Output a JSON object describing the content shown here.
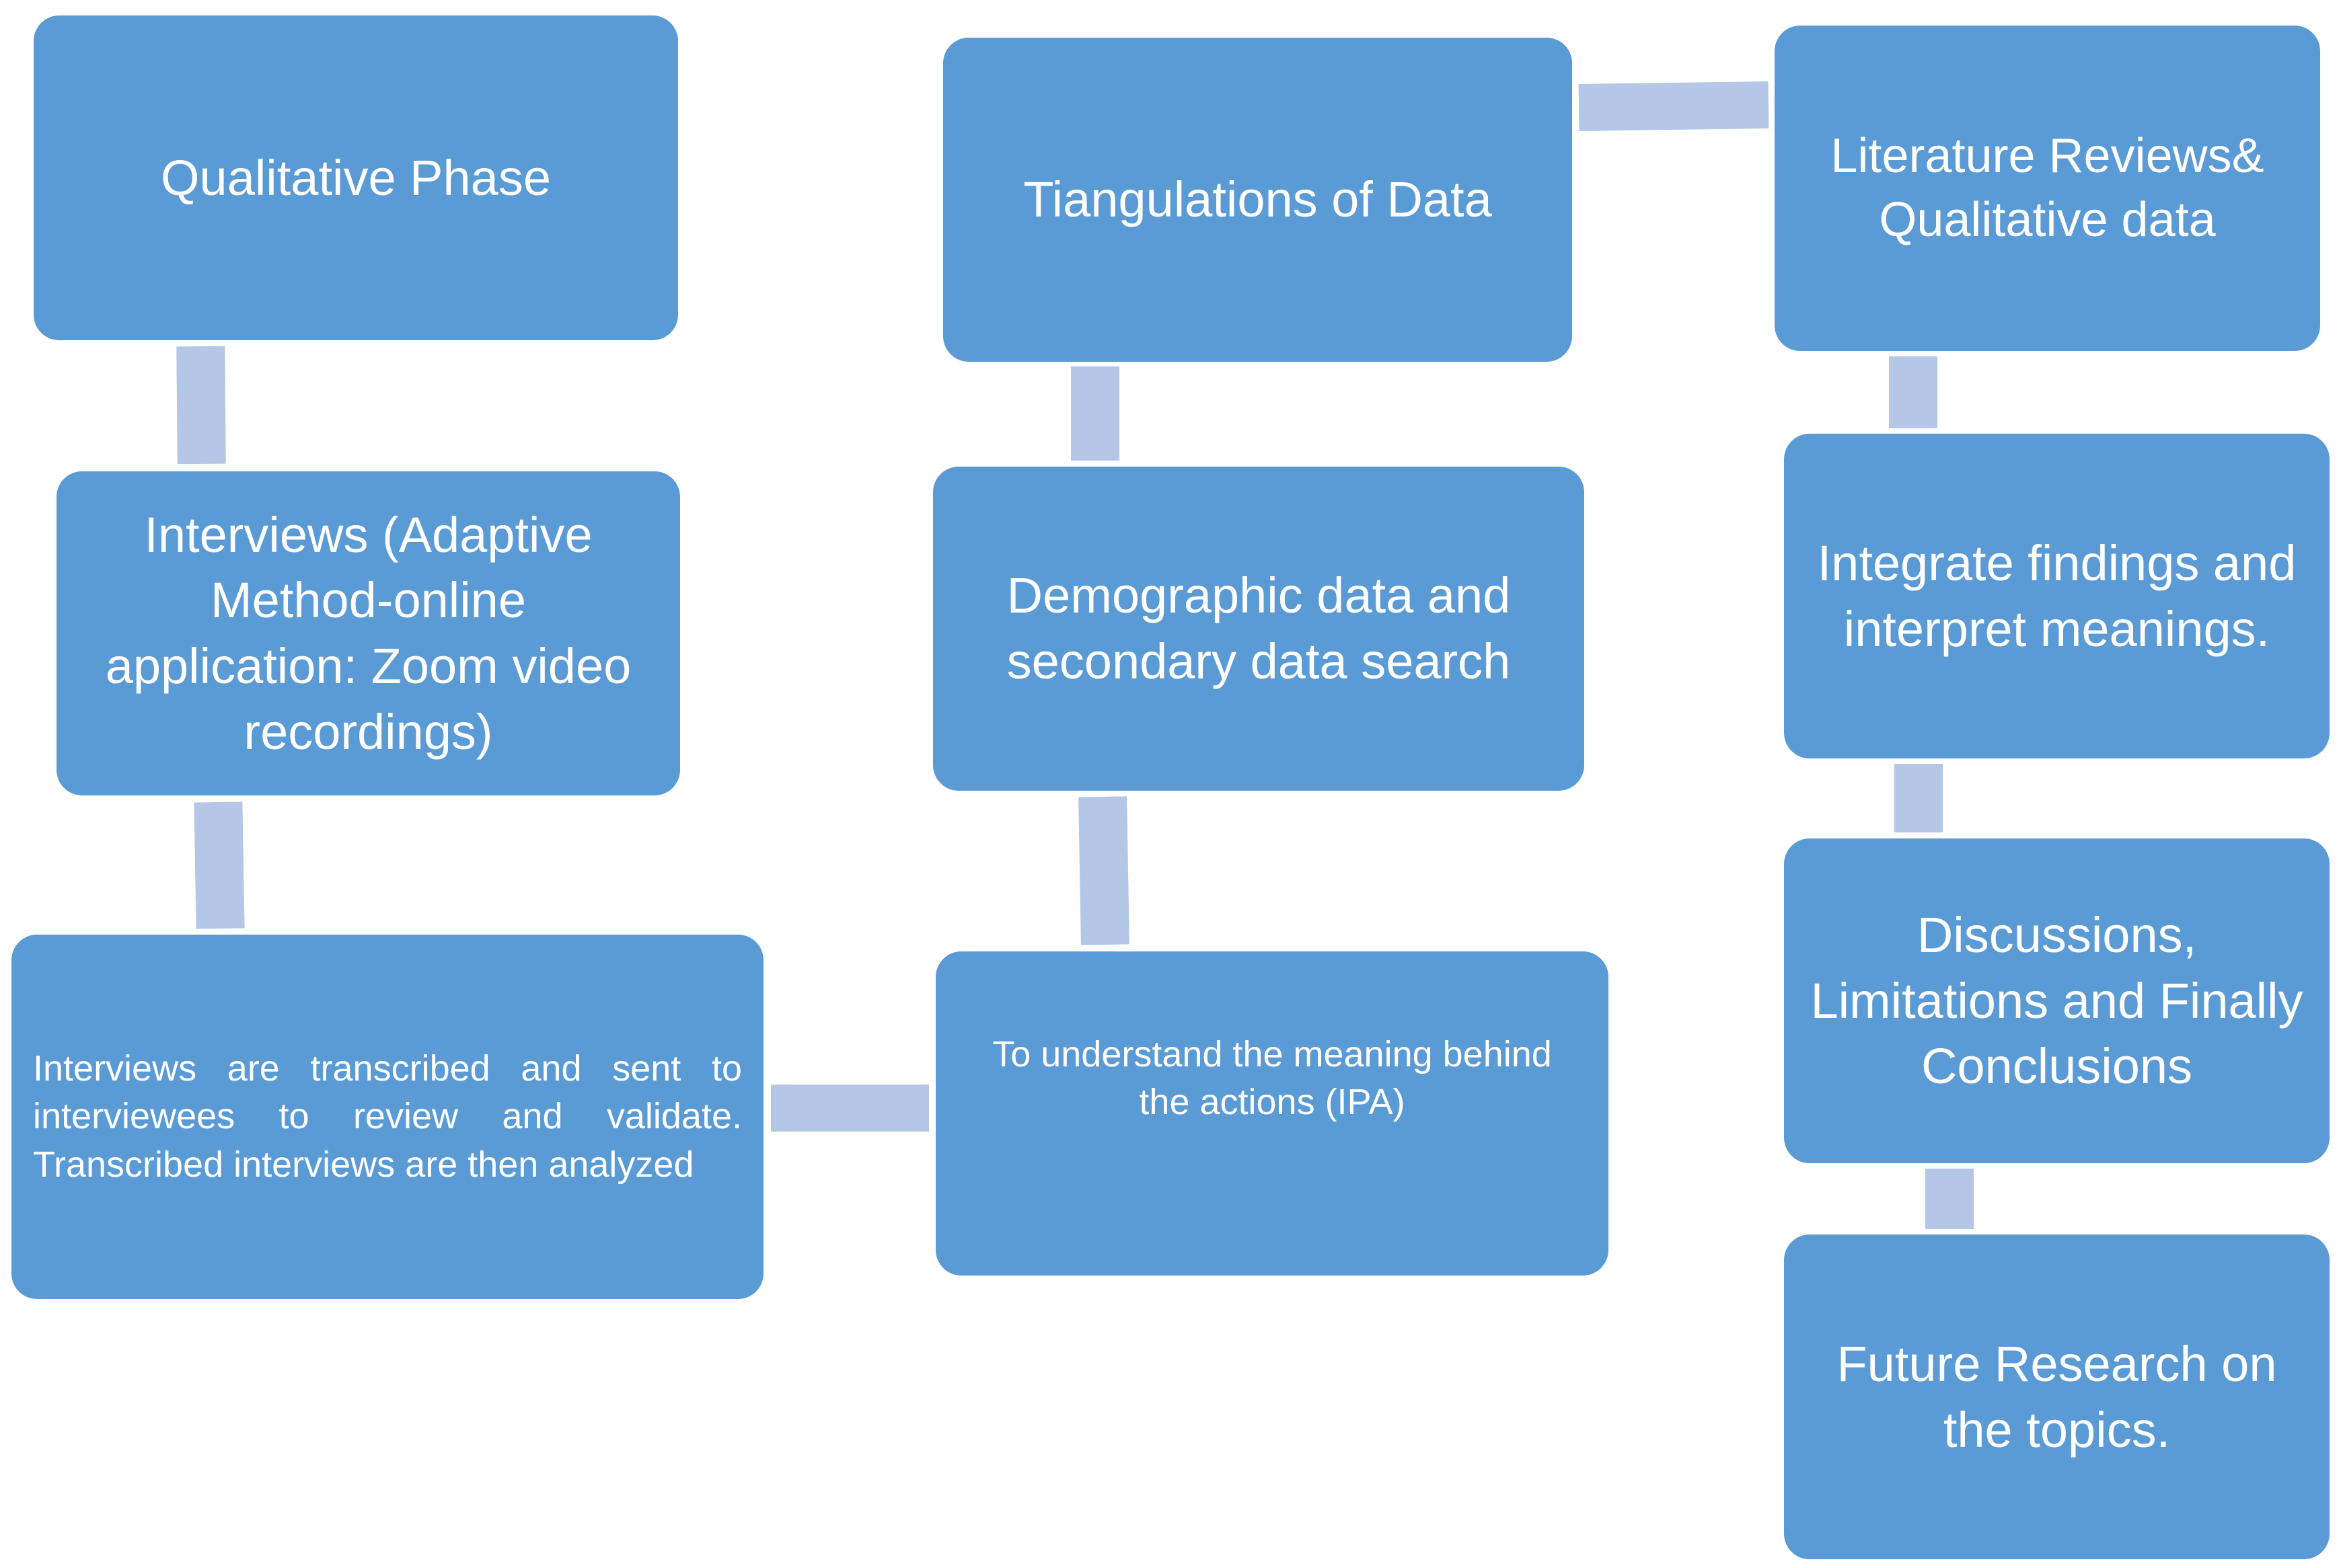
{
  "colors": {
    "box_fill": "#5b9bd5",
    "connector_fill": "#b4c7e7",
    "text": "#ffffff",
    "background": "#ffffff"
  },
  "nodes": {
    "qualitative_phase": "Qualitative Phase",
    "interviews": "Interviews (Adaptive Method-online application: Zoom video recordings)",
    "transcription": "Interviews are transcribed and sent to interviewees to review and validate. Transcribed interviews are then analyzed",
    "ipa": "To understand the meaning behind the actions (IPA)",
    "demographic": "Demographic data and secondary data search",
    "triangulation": "Tiangulations of Data",
    "literature": "Literature Reviews& Qualitative data",
    "integrate": "Integrate findings and interpret meanings.",
    "discussions": "Discussions, Limitations and Finally Conclusions",
    "future": "Future Research on the topics."
  }
}
